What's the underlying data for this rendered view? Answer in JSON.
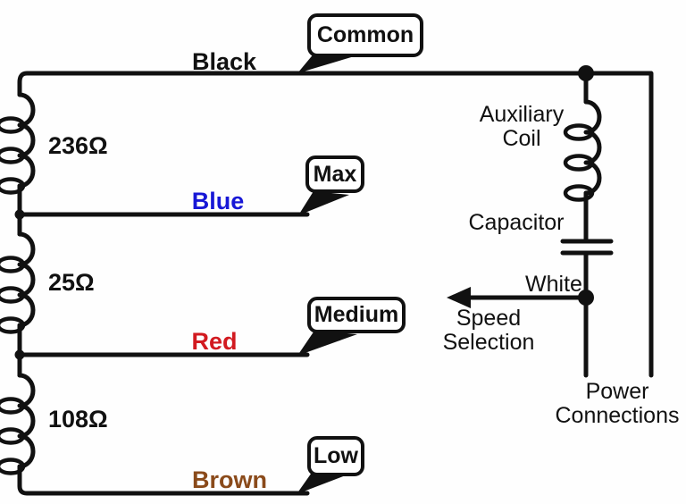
{
  "diagram": {
    "kind": "motor speed wiring diagram",
    "background": "#fefefe",
    "line_color": "#111111"
  },
  "wires": {
    "black": {
      "label": "Black",
      "color": "#111111"
    },
    "blue": {
      "label": "Blue",
      "color": "#1717d6"
    },
    "red": {
      "label": "Red",
      "color": "#d21a20"
    },
    "brown": {
      "label": "Brown",
      "color": "#8a4a1a"
    },
    "white": {
      "label": "White",
      "color": "#111111"
    }
  },
  "terminals": {
    "common": {
      "label": "Common"
    },
    "max": {
      "label": "Max"
    },
    "medium": {
      "label": "Medium"
    },
    "low": {
      "label": "Low"
    }
  },
  "coils": {
    "main_coil_1": {
      "resistance": "236Ω"
    },
    "main_coil_2": {
      "resistance": "25Ω"
    },
    "main_coil_3": {
      "resistance": "108Ω"
    }
  },
  "components": {
    "auxiliary_coil": {
      "label": "Auxiliary Coil"
    },
    "capacitor": {
      "label": "Capacitor"
    }
  },
  "annotations": {
    "speed_selection": {
      "label": "Speed Selection"
    },
    "power_connections": {
      "label": "Power Connections"
    }
  }
}
